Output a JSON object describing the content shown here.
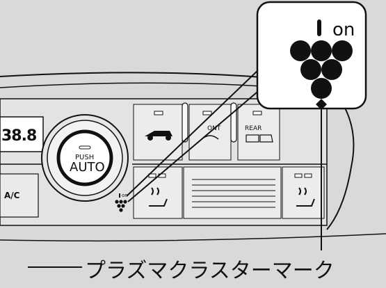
{
  "display": {
    "temperature": "38.8",
    "auto_button_top": "PUSH",
    "auto_button_bottom": "AUTO",
    "ac_label": "A/C",
    "front_label": "ONT",
    "rear_label": "REAR",
    "plasma_indicator_small": "on"
  },
  "callout": {
    "indicator_label": "on",
    "caption": "プラズマクラスターマーク"
  },
  "colors": {
    "background": "#d9d9d9",
    "panel": "#e3e3e3",
    "outline": "#111111",
    "callout_fill": "#ffffff"
  }
}
